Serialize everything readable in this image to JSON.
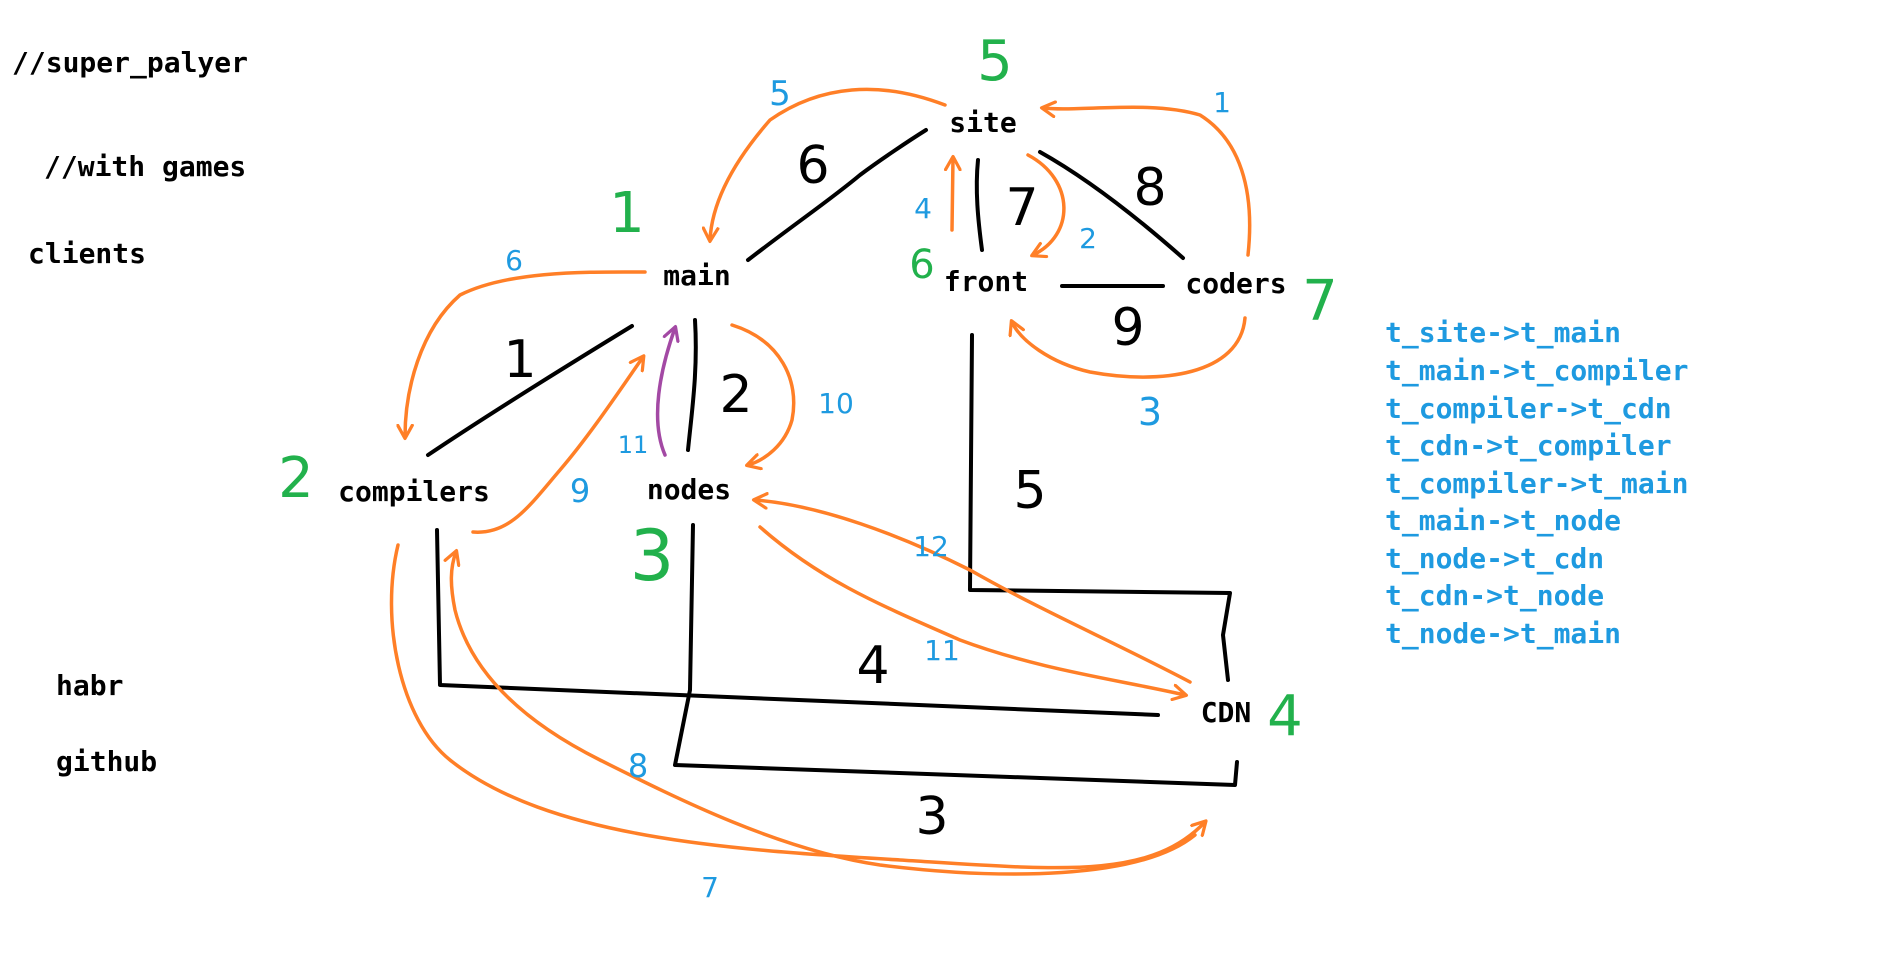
{
  "colors": {
    "text": "#000000",
    "connection": "#000000",
    "arrow": "#ff7f27",
    "arrow_special": "#a349a4",
    "node_number": "#22b14c",
    "step_number": "#1e9ae0",
    "transfer_text": "#1e9ae0"
  },
  "notes": {
    "super_player": "//super_palyer",
    "with_games": "//with games",
    "clients": "clients",
    "habr": "habr",
    "github": "github"
  },
  "nodes": {
    "site": {
      "label": "site",
      "number": "5"
    },
    "main": {
      "label": "main",
      "number": "1"
    },
    "front": {
      "label": "front",
      "number": "6"
    },
    "coders": {
      "label": "coders",
      "number": "7"
    },
    "compilers": {
      "label": "compilers",
      "number": "2"
    },
    "nodes": {
      "label": "nodes",
      "number": "3"
    },
    "cdn": {
      "label": "CDN",
      "number": "4"
    }
  },
  "connections": [
    "1",
    "2",
    "3",
    "4",
    "5",
    "6",
    "7",
    "8",
    "9"
  ],
  "steps": [
    "1",
    "2",
    "3",
    "4",
    "5",
    "6",
    "7",
    "8",
    "9",
    "10",
    "11",
    "12",
    "11"
  ],
  "transfers": [
    "t_site->t_main",
    "t_main->t_compiler",
    "t_compiler->t_cdn",
    "t_cdn->t_compiler",
    "t_compiler->t_main",
    "t_main->t_node",
    "t_node->t_cdn",
    "t_cdn->t_node",
    "t_node->t_main"
  ]
}
